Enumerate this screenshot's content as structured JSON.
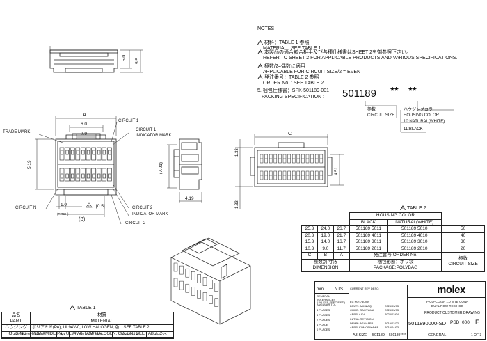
{
  "notes": {
    "title": "NOTES",
    "items": [
      {
        "num": "1",
        "jp": "材料：TABLE 1 参照",
        "en": "MATERIAL : SEE TABLE 1"
      },
      {
        "num": "2",
        "jp": "本製品の適合嵌合相手及び各種仕様書はSHEET 2を御参照下さい。",
        "en": "REFER TO SHEET 2 FOR APPLICABLE PRODUCTS AND VARIOUS SPECIFICATIONS."
      },
      {
        "num": "3",
        "jp": "極数/2=偶数に適用",
        "en": "APPLICABLE FOR CIRCUIT SIZE/2 = EVEN"
      },
      {
        "num": "4",
        "jp": "発注番号：TABLE 2 参照",
        "en": "ORDER No. : SEE TABLE 2"
      }
    ],
    "item5_jp": "5. 梱包仕様書：SPK-501189-001",
    "item5_en": "PACKING SPECIFICATION :"
  },
  "part_code": {
    "base": "501189",
    "suffix1": "**",
    "suffix2": "**",
    "circuit_jp": "極数",
    "circuit_en": "CIRCUIT SIZE",
    "color_jp": "ハウジングカラー",
    "color_en": "HOUSING COLOR",
    "options": [
      "10:NATURAL(WHITE)",
      "11:BLACK"
    ]
  },
  "front_view_labels": {
    "trade_mark": "TRADE MARK",
    "circuit_1": "CIRCUIT 1",
    "circuit_1b": "CIRCUIT 1",
    "circuit_1_indicator": "INDICATOR MARK",
    "circuit_2": "CIRCUIT 2",
    "circuit_2_indicator": "INDICATOR MARK",
    "circuit_2b": "CIRCUIT 2",
    "circuit_n": "CIRCUIT N",
    "dim_a": "A",
    "dim_6": "6.0",
    "dim_29": "2.9",
    "dim_519": "5.19",
    "dim_10": "1.0",
    "pitch": "(PITCH)",
    "dim_b": "(B)",
    "dim_05": "[0.5]",
    "tri3": "3"
  },
  "top_view_labels": {
    "dim_50": "5.0",
    "dim_55": "5.5"
  },
  "side_view_labels": {
    "dim_701": "(7.01)",
    "dim_419": "4.19"
  },
  "right_view_labels": {
    "dim_c": "C",
    "dim_133a": "1.33",
    "dim_133b": "1.33",
    "dim_451": "4.51"
  },
  "table2": {
    "title": "TABLE 2",
    "tri_num": "4",
    "housing_color": "HOUSING COLOR",
    "black": "BLACK",
    "natural": "NATURAL(WHITE)",
    "rows": [
      {
        "c": "25.3",
        "b": "24.0",
        "a": "26.7",
        "black": "501189 5011",
        "natural": "501189 5010",
        "size": "50"
      },
      {
        "c": "20.3",
        "b": "19.0",
        "a": "21.7",
        "black": "501189 4011",
        "natural": "501189 4010",
        "size": "40"
      },
      {
        "c": "15.3",
        "b": "14.0",
        "a": "16.7",
        "black": "501189 3011",
        "natural": "501189 3010",
        "size": "30"
      },
      {
        "c": "10.3",
        "b": "9.0",
        "a": "11.7",
        "black": "501189 2011",
        "natural": "501189 2010",
        "size": "20"
      }
    ],
    "col_c": "C",
    "col_b": "B",
    "col_a": "A",
    "order_no": "発注番号 ORDER No.",
    "dim_jp": "極数別 寸法",
    "dim_en": "DIMENSION",
    "package_jp": "梱包形態：ポリ袋",
    "package_en": "PACKAGE:POLYBAG",
    "circuit_jp": "極数",
    "circuit_en": "CIRCUIT SIZE"
  },
  "table1": {
    "title": "TABLE 1",
    "tri_num": "1",
    "col_part_jp": "品名",
    "col_part_en": "PART",
    "col_material_jp": "材質",
    "col_material_en": "MATERIAL",
    "part_jp": "ハウジング",
    "part_en": "HOUSING",
    "material_jp": "ポリアミド(PA), UL94V-0, LOW HALOGEN, 色：SEE TABLE 2",
    "material_en": "POLYAMIDE(PA), UL94V-0, LOW HALOGEN, COLOR : SEE TABLE 2"
  },
  "status_bar": {
    "doc_status_label": "DOCUMENT STATUS",
    "doc_status": "P1",
    "release_label": "RELEASE DATE",
    "release_date": "2023/03/04",
    "release_time": "10:37:25"
  },
  "title_block": {
    "logo": "molex",
    "units": "mm",
    "scale": "NTS",
    "current_rev": "CURRENT REV DESC:",
    "ec_no": "EC NO: 740989",
    "drwn": "DRWN: MIKIZAQI",
    "chkd": "CHK'D: SAKIYAMA",
    "apprd": "APPR: AIDA",
    "dates": [
      "2023/03/03",
      "2023/03/03",
      "2023/03/04"
    ],
    "initial_rev": "INITIAL REVISION:",
    "drwn2": "DRWN: ASAHARA",
    "apprd2": "APPR: KOMORIKAWA",
    "dates2": [
      "2019/03/22",
      "2019/04/03"
    ],
    "title1": "PICO-CLASP 1.0 WTB CONN",
    "title2": "DUAL ROW REC HSG",
    "product_drawing": "PRODUCT CUSTOMER DRAWING",
    "doc_number": "5011890000-SD",
    "doc_type": "PSD",
    "doc_part": "000",
    "revision": "E",
    "size": "A3-SIZE",
    "series": "501189",
    "part_number": "501189****",
    "material_general": "GENERAL",
    "sheet": "1 OF 3",
    "tolerance": "GENERAL TOLERANCES (UNLESS SPECIFIED)",
    "angular": "ANGULAR TOL",
    "places": [
      "4 PLACES",
      "3 PLACES",
      "2 PLACES",
      "1 PLACE",
      "0 PLACES"
    ]
  }
}
